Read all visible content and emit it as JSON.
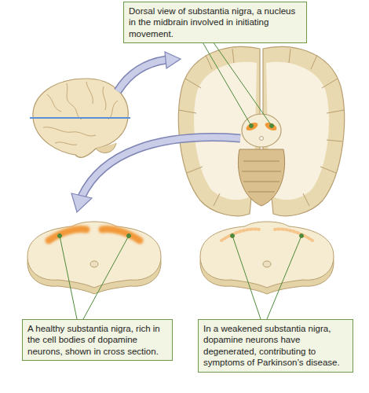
{
  "diagram": {
    "nodes": [
      {
        "text": [
          "Dorsal view of substantia nigra, a nucleus in the midbrain involved in initiating movement."
        ]
      },
      {
        "text": [
          "A healthy substantia nigra, rich in the cell bodies of dopamine neurons, shown in cross section."
        ]
      },
      {
        "text": [
          "In a weakened substantia nigra, dopamine neurons have degenerated, contributing to symptoms of Parkinson’s disease."
        ]
      }
    ]
  }
}
